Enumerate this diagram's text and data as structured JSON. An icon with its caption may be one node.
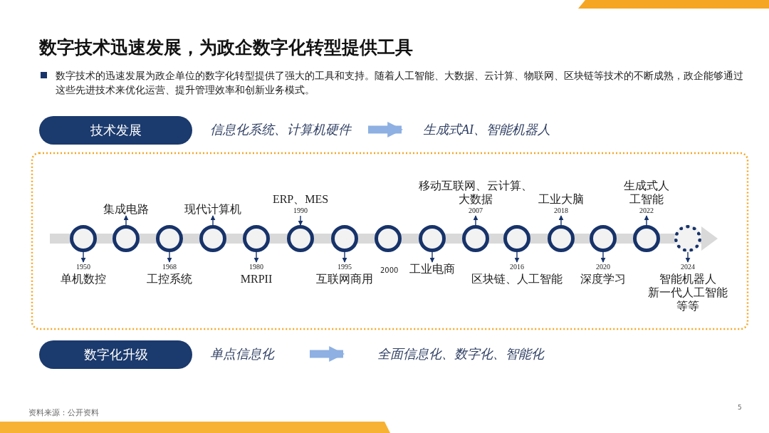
{
  "diagram": {
    "title": "数字技术迅速发展，为政企数字化转型提供工具",
    "nodes": [
      {
        "text": [
          "技术发展"
        ]
      },
      {
        "text": [
          "信息化系统、计算机硬件"
        ]
      },
      {
        "text": [
          "生成式AI、智能机器人"
        ]
      },
      {
        "text": [],
        "shape": "circle"
      },
      {
        "text": [
          "1950",
          "单机数控"
        ]
      },
      {
        "text": [],
        "shape": "circle"
      },
      {
        "text": [
          "集成电路"
        ]
      },
      {
        "text": [],
        "shape": "circle"
      },
      {
        "text": [
          "1968",
          "工控系统"
        ]
      },
      {
        "text": [],
        "shape": "circle"
      },
      {
        "text": [
          "现代计算机"
        ]
      },
      {
        "text": [],
        "shape": "circle"
      },
      {
        "text": [
          "1980",
          "MRPII"
        ]
      },
      {
        "text": [],
        "shape": "circle"
      },
      {
        "text": [
          "ERP、MES",
          "1990"
        ]
      },
      {
        "text": [],
        "shape": "circle"
      },
      {
        "text": [
          "1995",
          "互联网商用"
        ]
      },
      {
        "text": [],
        "shape": "circle"
      },
      {
        "text": [],
        "shape": "circle"
      },
      {
        "text": [
          "工业电商"
        ]
      },
      {
        "text": [],
        "shape": "circle"
      },
      {
        "text": [
          "移动互联网、云计算、大数据",
          "2007"
        ]
      },
      {
        "text": [],
        "shape": "circle"
      },
      {
        "text": [
          "2016",
          "区块链、人工智能"
        ]
      },
      {
        "text": [],
        "shape": "circle"
      },
      {
        "text": [
          "工业大脑",
          "2018"
        ]
      },
      {
        "text": [],
        "shape": "circle"
      },
      {
        "text": [
          "2020",
          "深度学习"
        ]
      },
      {
        "text": [],
        "shape": "circle"
      },
      {
        "text": [
          "生成式人工智能",
          "2022"
        ]
      },
      {
        "text": [],
        "shape": "circle"
      },
      {
        "text": [
          "2024",
          "智能机器人",
          "新一代人工智能",
          "等等"
        ]
      },
      {
        "text": [
          "数字化升级"
        ]
      },
      {
        "text": [
          "单点信息化"
        ]
      },
      {
        "text": [
          "全面信息化、数字化、智能化"
        ]
      }
    ],
    "edges": [
      {
        "from": 1,
        "to": 2,
        "arrow": "to",
        "style": "thick",
        "color": "#8eb0e2"
      },
      {
        "from": 3,
        "to": 4,
        "arrow": "to"
      },
      {
        "from": 5,
        "to": 6,
        "arrow": "to"
      },
      {
        "from": 7,
        "to": 8,
        "arrow": "to"
      },
      {
        "from": 9,
        "to": 10,
        "arrow": "to"
      },
      {
        "from": 11,
        "to": 12,
        "arrow": "to"
      },
      {
        "from": 14,
        "to": 13,
        "arrow": "to"
      },
      {
        "from": 15,
        "to": 16,
        "arrow": "to"
      },
      {
        "from": 18,
        "to": 19,
        "arrow": "to"
      },
      {
        "from": 20,
        "to": 21,
        "arrow": "to"
      },
      {
        "from": 22,
        "to": 23,
        "arrow": "to"
      },
      {
        "from": 24,
        "to": 25,
        "arrow": "to"
      },
      {
        "from": 26,
        "to": 27,
        "arrow": "to"
      },
      {
        "from": 28,
        "to": 29,
        "arrow": "to"
      },
      {
        "from": 30,
        "to": 31,
        "arrow": "to"
      },
      {
        "from": 33,
        "to": 34,
        "arrow": "to",
        "style": "thick",
        "color": "#8eb0e2"
      }
    ],
    "labels": [
      "数字技术的迅速发展为政企单位的数字化转型提供了强大的工具和支持。随着人工智能、大数据、云计算、物联网、区块链等技术的不断成熟，政企能够通过这些先进技术来优化运营、提升管理效率和创新业务模式。",
      "2000",
      "资料来源：公开资料",
      "5"
    ]
  }
}
